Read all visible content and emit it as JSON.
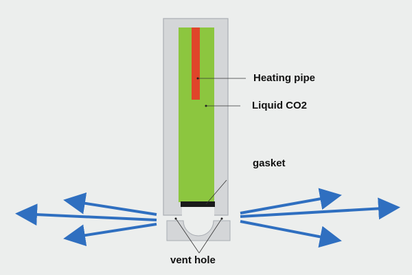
{
  "labels": {
    "heating_pipe": "Heating pipe",
    "liquid_co2": "Liquid CO2",
    "gasket": "gasket",
    "vent_hole": "vent hole"
  },
  "colors": {
    "background": "#eceeed",
    "tube": "#d4d6d8",
    "liquid": "#8cc63f",
    "heating_pipe": "#e0452a",
    "gasket": "#1a1a1a",
    "arrows": "#2f6fc0"
  }
}
